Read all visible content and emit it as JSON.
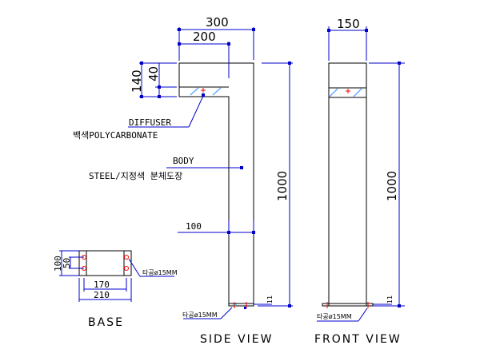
{
  "drawing": {
    "side_view": {
      "title": "SIDE VIEW",
      "dims": {
        "width_total": "300",
        "width_top": "200",
        "height_head": "140",
        "height_diffuser": "40",
        "height_total": "1000",
        "body_width": "100",
        "base_plate": "11"
      },
      "hole_label": "타공ø15MM"
    },
    "front_view": {
      "title": "FRONT VIEW",
      "dims": {
        "width": "150",
        "height_total": "1000",
        "base_plate": "11"
      },
      "hole_label": "타공ø15MM"
    },
    "base": {
      "title": "BASE",
      "dims": {
        "outer_width": "210",
        "hole_spacing_x": "170",
        "height": "100",
        "hole_spacing_y": "50"
      },
      "hole_label": "타공ø15MM"
    },
    "callouts": {
      "diffuser_name": "DIFFUSER",
      "diffuser_material": "백색POLYCARBONATE",
      "body_name": "BODY",
      "body_material": "STEEL/지정색 분체도장"
    },
    "colors": {
      "outline": "#000000",
      "dimension": "#0000cc",
      "center_mark": "#ff0000",
      "hatch": "#66aaff"
    }
  }
}
